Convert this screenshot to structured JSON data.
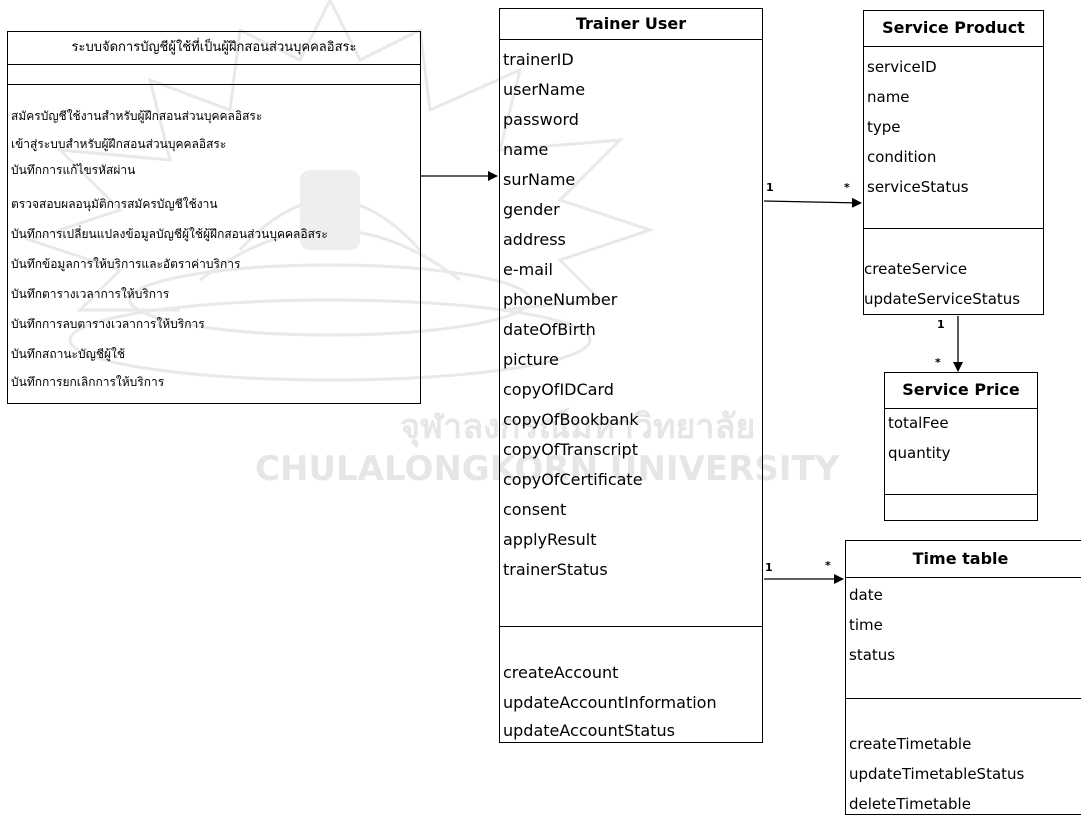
{
  "use_case_box": {
    "title": "ระบบจัดการบัญชีผู้ใช้ที่เป็นผู้ฝึกสอนส่วนบุคคลอิสระ",
    "items": [
      "สมัครบัญชีใช้งานสำหรับผู้ฝึกสอนส่วนบุคคลอิสระ",
      "เข้าสู่ระบบสำหรับผู้ฝึกสอนส่วนบุคคลอิสระ",
      "บันทึกการแก้ไขรหัสผ่าน",
      "ตรวจสอบผลอนุมัติการสมัครบัญชีใช้งาน",
      "บันทึกการเปลี่ยนแปลงข้อมูลบัญชีผู้ใช้ผู้ฝึกสอนส่วนบุคคลอิสระ",
      "บันทึกข้อมูลการให้บริการและอัตราค่าบริการ",
      "บันทึกตารางเวลาการให้บริการ",
      "บันทึกการลบตารางเวลาการให้บริการ",
      "บันทึกสถานะบัญชีผู้ใช้",
      "บันทึกการยกเลิกการให้บริการ"
    ]
  },
  "trainer_user": {
    "title": "Trainer User",
    "attributes": [
      "trainerID",
      "userName",
      "password",
      "name",
      "surName",
      "gender",
      "address",
      "e-mail",
      "phoneNumber",
      "dateOfBirth",
      "picture",
      "copyOfIDCard",
      "copyOfBookbank",
      "copyOfTranscript",
      "copyOfCertificate",
      "consent",
      "applyResult",
      "trainerStatus"
    ],
    "methods": [
      "createAccount",
      "updateAccountInformation",
      "updateAccountStatus"
    ]
  },
  "service_product": {
    "title": "Service Product",
    "attributes": [
      "serviceID",
      "name",
      "type",
      "condition",
      "serviceStatus"
    ],
    "methods": [
      "createService",
      "updateServiceStatus"
    ]
  },
  "service_price": {
    "title": "Service Price",
    "attributes": [
      "totalFee",
      "quantity"
    ],
    "methods": []
  },
  "time_table": {
    "title": "Time table",
    "attributes": [
      "date",
      "time",
      "status"
    ],
    "methods": [
      "createTimetable",
      "updateTimetableStatus",
      "deleteTimetable"
    ]
  },
  "relations": {
    "trainer_service": {
      "from_mult": "1",
      "to_mult": "*"
    },
    "service_price": {
      "from_mult": "1",
      "to_mult": "*"
    },
    "trainer_timetable": {
      "from_mult": "1",
      "to_mult": "*"
    }
  },
  "watermark": {
    "line1": "จุฬาลงกรณ์มหาวิทยาลัย",
    "line2": "CHULALONGKORN UNIVERSITY"
  },
  "colors": {
    "line": "#000000",
    "watermark": "#e6e6e6"
  }
}
